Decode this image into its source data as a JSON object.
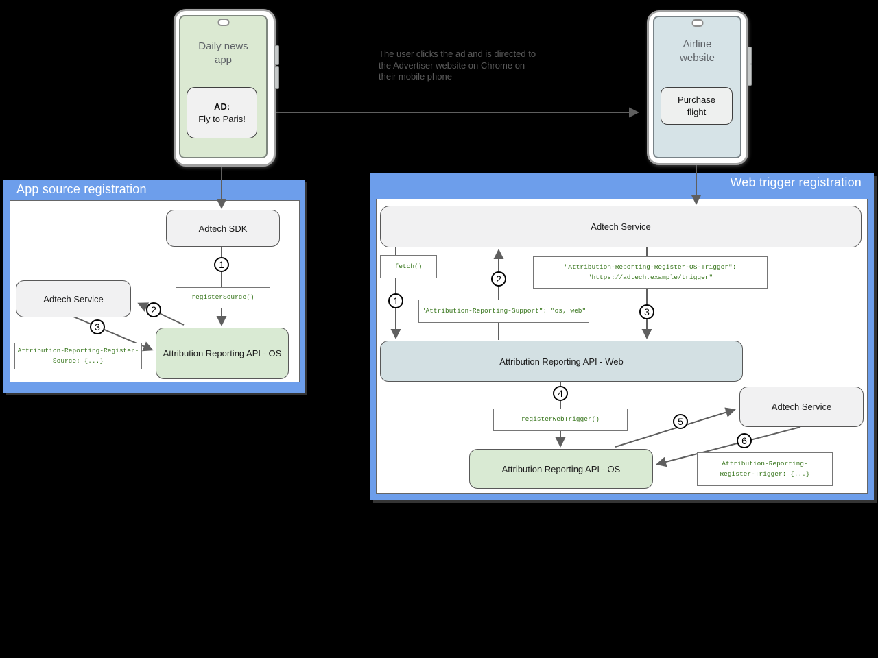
{
  "annotation": "The user clicks the ad and is directed to\nthe Advertiser website on Chrome on\ntheir mobile phone",
  "phones": {
    "news": {
      "title": "Daily news\napp",
      "ad_heading": "AD:",
      "ad_text": "Fly to Paris!"
    },
    "airline": {
      "title": "Airline\nwebsite",
      "button_label": "Purchase\nflight"
    }
  },
  "app_source_panel": {
    "title": "App source registration",
    "nodes": {
      "adtech_sdk": "Adtech SDK",
      "adtech_service": "Adtech Service",
      "api_os": "Attribution Reporting API - OS"
    },
    "code": {
      "register_source_call": "registerSource()",
      "register_source_header": "Attribution-Reporting-Register-\nSource: {...}"
    },
    "steps": [
      "1",
      "2",
      "3"
    ]
  },
  "web_trigger_panel": {
    "title": "Web trigger registration",
    "nodes": {
      "adtech_service_top": "Adtech Service",
      "api_web": "Attribution Reporting API - Web",
      "api_os": "Attribution Reporting API - OS",
      "adtech_service_right": "Adtech Service"
    },
    "code": {
      "fetch_call": "fetch()",
      "register_os_trigger_header": "\"Attribution-Reporting-Register-OS-Trigger\":\n\"https://adtech.example/trigger\"",
      "support_header": "\"Attribution-Reporting-Support\": \"os, web\"",
      "register_web_trigger_call": "registerWebTrigger()",
      "register_trigger_header": "Attribution-Reporting-\nRegister-Trigger: {...}"
    },
    "steps": [
      "1",
      "2",
      "3",
      "4",
      "5",
      "6"
    ]
  },
  "colors": {
    "panel_blue": "#6d9eeb",
    "node_gray": "#f1f1f2",
    "node_green": "#d9ead3",
    "node_blue": "#d3e0e3",
    "code_green": "#38761d",
    "arrow_gray": "#5f5f5f",
    "background": "#000000"
  }
}
